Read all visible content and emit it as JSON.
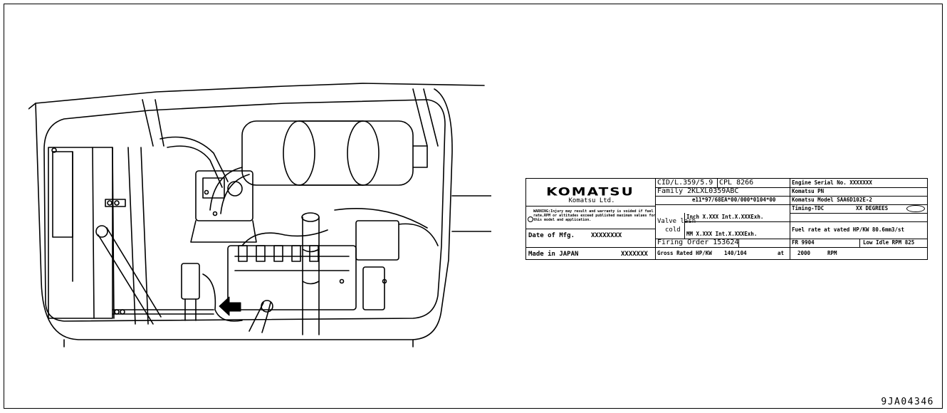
{
  "nameplate": {
    "brand": "KOMATSU",
    "company": "Komatsu Ltd.",
    "warning": "WARNING:Injury may result and warranty is voided if fuel rate,RPM or altitudes exceed published maximum values for this model and application.",
    "date_label": "Date of Mfg.",
    "date_value": "XXXXXXXX",
    "made_in": "Made in JAPAN",
    "made_in_value": "XXXXXXX",
    "cid": "CID/L.359/5.9",
    "cpl": "CPL  8266",
    "family": "Family 2KLXL0359ABC",
    "cert": "e11*97/68EA*00/000*0104*00",
    "valve_lash_1": "Valve lash",
    "valve_lash_2": "cold",
    "inch_row": "Inch X.XXX Int.X.XXXExh.",
    "mm_row": "MM   X.XXX Int.X.XXXExh.",
    "firing_order": "Firing Order   153624",
    "gross_rated_label": "Gross Rated HP/KW",
    "gross_rated_value": "140/104",
    "gross_at": "at",
    "engine_serial": "Engine Serial No.  XXXXXXX",
    "komatsu_pn": "Komatsu PN",
    "komatsu_model": "Komatsu Model  SAA6D102E-2",
    "timing_label": "Timing-TDC",
    "timing_value": "XX DEGREES",
    "fuel_rate": "Fuel rate at vated HP/KW 80.6mm3/st",
    "fr": "FR  9904",
    "low_idle": "Low Idle RPM  825",
    "rpm_value": "2000",
    "rpm_unit": "RPM"
  },
  "figure_code": "9JA04346"
}
